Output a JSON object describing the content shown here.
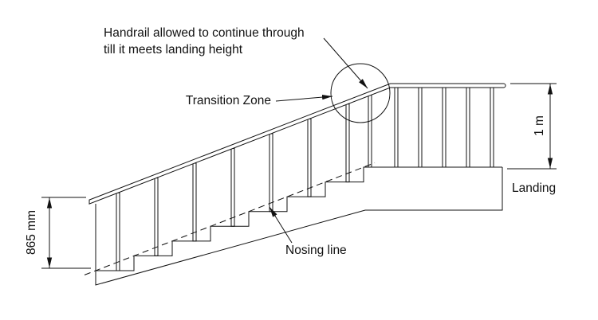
{
  "diagram": {
    "title_note": {
      "line1": "Handrail allowed to continue through",
      "line2": "till it meets landing height"
    },
    "labels": {
      "transition_zone": "Transition Zone",
      "landing": "Landing",
      "nosing_line": "Nosing line"
    },
    "dimensions": {
      "handrail_height_left": "865 mm",
      "handrail_height_landing": "1 m"
    },
    "colors": {
      "line": "#111111",
      "background": "#ffffff"
    }
  }
}
